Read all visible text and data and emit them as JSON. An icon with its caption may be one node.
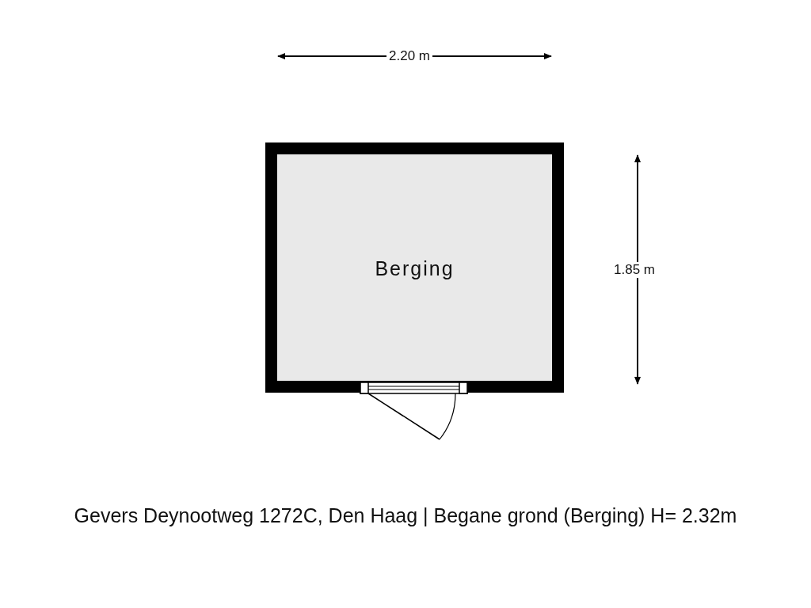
{
  "diagram": {
    "caption": "Gevers Deynootweg 1272C, Den Haag | Begane grond (Berging) H= 2.32m",
    "nodes": [
      {
        "text": [
          "Berging"
        ]
      }
    ],
    "labels": [
      "2.20 m",
      "1.85 m"
    ]
  }
}
